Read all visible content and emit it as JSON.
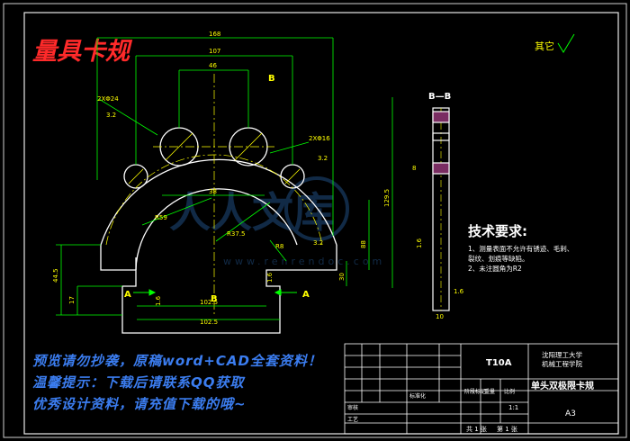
{
  "title_red": "量具卡规",
  "roughness": "其它",
  "section_label": "B—B",
  "view_marks": {
    "top": "B",
    "bottom": "B",
    "arrow_left": "A",
    "arrow_right": "A"
  },
  "dims": {
    "d168": "168",
    "d107": "107",
    "d46": "46",
    "holes_left": "2XΦ24",
    "holes_right": "2XΦ16",
    "d38": "38",
    "r59": "R59",
    "r37": "R37.5",
    "r8": "R8",
    "d129": "129.5",
    "d88": "88",
    "d30": "30",
    "d44": "44.5",
    "d17": "17",
    "d102a": "102.5",
    "d102b": "102.5",
    "d8": "8",
    "d10": "10",
    "rough16": "1.6",
    "rough32": "3.2"
  },
  "tech_req": {
    "title": "技术要求:",
    "items": [
      "1、测量表面不允许有锈迹、毛刺、",
      "   裂纹、划痕等缺陷。",
      "2、未注圆角为R2"
    ]
  },
  "title_block": {
    "material": "T10A",
    "school": "沈阳理工大学",
    "dept": "机械工程学院",
    "part_name": "单头双极限卡规",
    "scale": "1:1",
    "sheet_total": "共 1 张",
    "sheet_no": "第 1 张",
    "paper": "A3",
    "row_craft": "工艺",
    "row_check": "审核",
    "row_std": "标准化",
    "row_stage": "阶段标记",
    "row_weight": "重量",
    "row_ratio": "比例"
  },
  "watermark": {
    "main": "人人文库",
    "url": "www.renrendoc.com"
  },
  "banners": [
    "预览请勿抄袭，原稿word+CAD全套资料！",
    "温馨提示：下载后请联系QQ获取",
    "优秀设计资料，请充值下载的哦~"
  ]
}
